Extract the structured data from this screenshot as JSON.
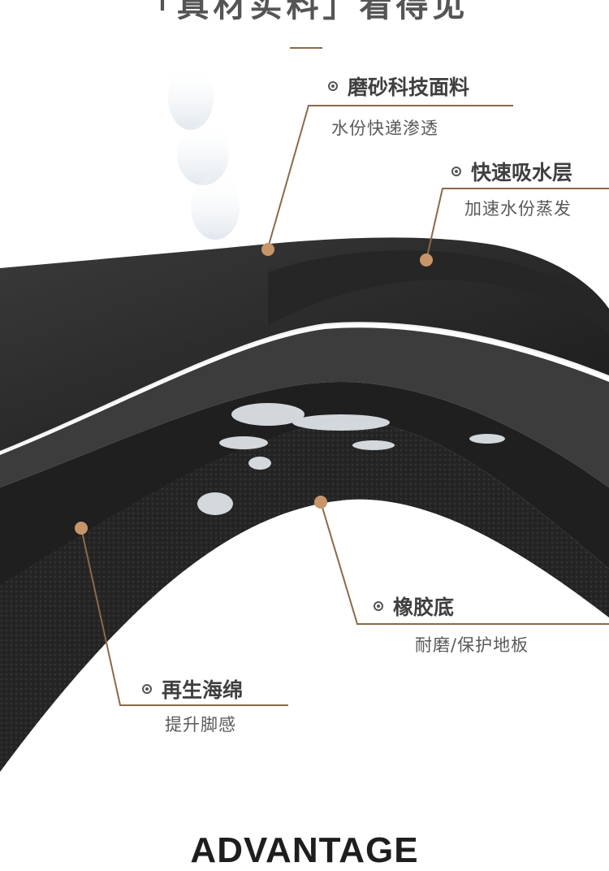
{
  "header": {
    "title": "「真材实料」看得见"
  },
  "layers": [
    {
      "title": "磨砂科技面料",
      "subtitle": "水份快递渗透"
    },
    {
      "title": "快速吸水层",
      "subtitle": "加速水份蒸发"
    },
    {
      "title": "橡胶底",
      "subtitle": "耐磨/保护地板"
    },
    {
      "title": "再生海绵",
      "subtitle": "提升脚感"
    }
  ],
  "footer": {
    "advantage": "ADVANTAGE"
  },
  "colors": {
    "accent": "#8a6a4a",
    "dot": "#c8956a",
    "mat": "#2a2a2a"
  },
  "icons": {
    "bullet": "bullet-circle-icon"
  }
}
